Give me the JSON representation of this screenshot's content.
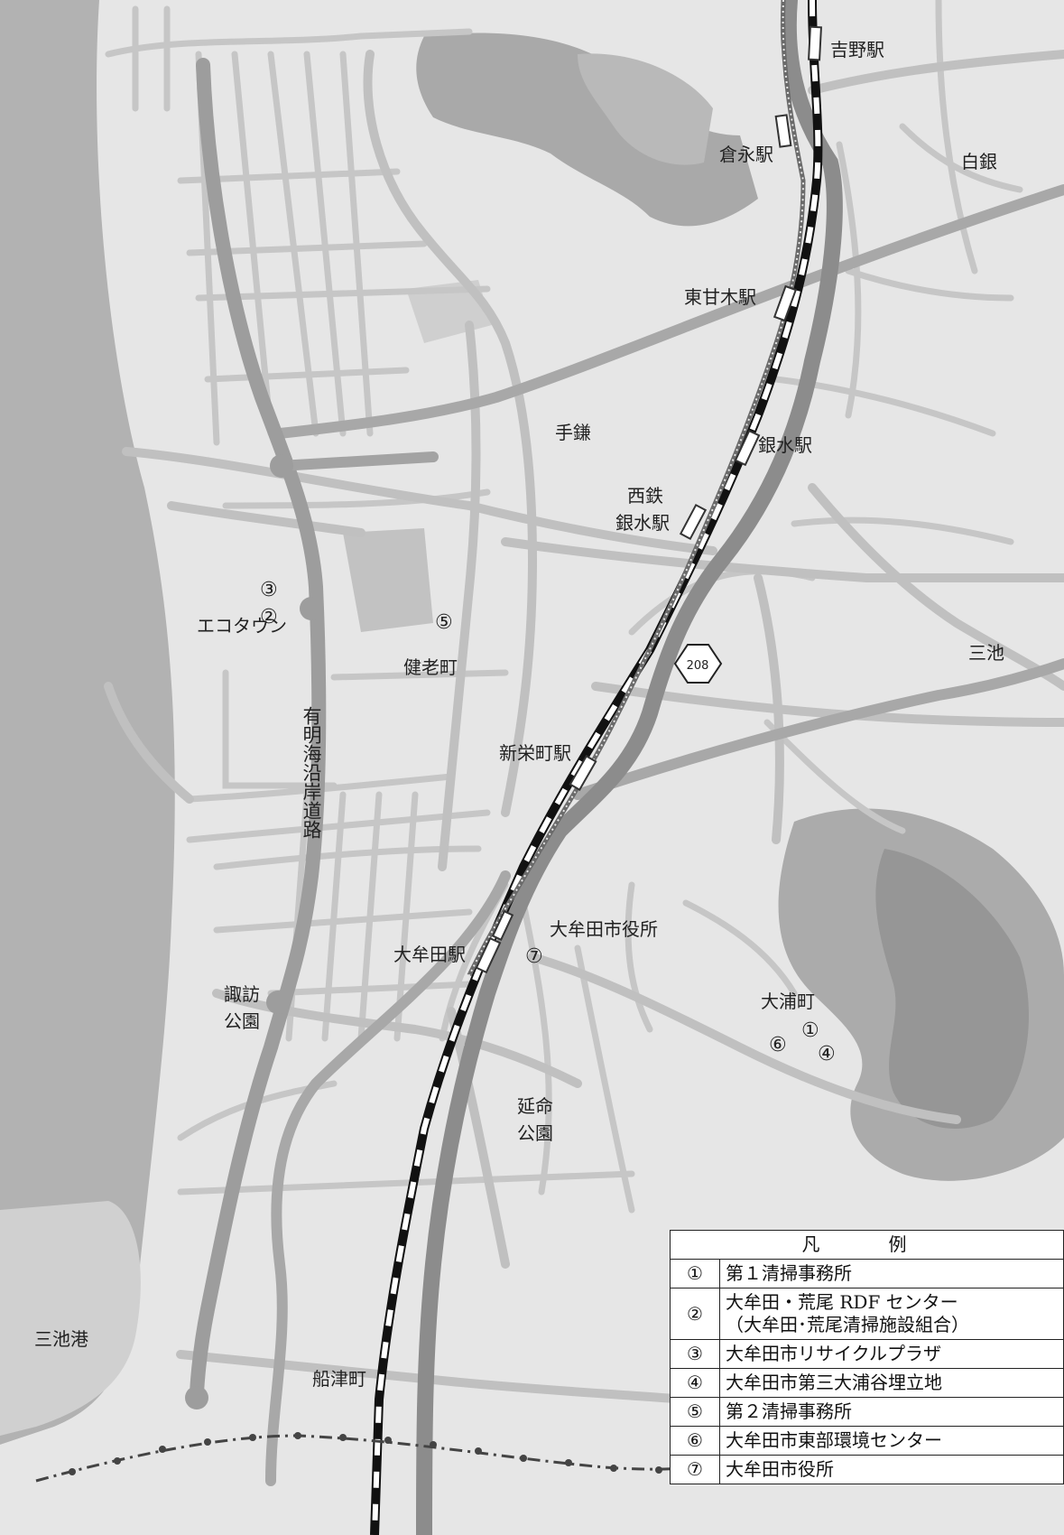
{
  "map": {
    "places": {
      "yoshino_station": "吉野駅",
      "kuranaga_station": "倉永駅",
      "shirogane": "白銀",
      "higashiamagi_station": "東甘木駅",
      "tegama": "手鎌",
      "ginsui_station": "銀水駅",
      "nishitetsu_ginsui_1": "西鉄",
      "nishitetsu_ginsui_2": "銀水駅",
      "ecotown": "エコタウン",
      "kenrou_cho": "健老町",
      "miike": "三池",
      "shinsakae_station": "新栄町駅",
      "omuta_city_hall": "大牟田市役所",
      "omuta_station": "大牟田駅",
      "suwa_park_1": "諏訪",
      "suwa_park_2": "公園",
      "omura_cho": "大浦町",
      "enmei_park_1": "延命",
      "enmei_park_2": "公園",
      "miike_port": "三池港",
      "funatsu_cho": "船津町",
      "expressway_name": "有明海沿岸道路",
      "route_number": "208"
    },
    "markers": {
      "m3": "③",
      "m2": "②",
      "m5": "⑤",
      "m7": "⑦",
      "m6": "⑥",
      "m1": "①",
      "m4": "④"
    },
    "colors": {
      "sea": "#b2b2b2",
      "land": "#e6e6e6",
      "green_area": "#a9a9a9",
      "road": "#c4c4c4",
      "major_road": "#9a9a9a",
      "expressway": "#9d9d9d"
    }
  },
  "legend": {
    "header": "凡　例",
    "rows": [
      {
        "no": "①",
        "lines": [
          "第１清掃事務所"
        ]
      },
      {
        "no": "②",
        "lines": [
          "大牟田・荒尾 RDF センター",
          "（大牟田･荒尾清掃施設組合）"
        ]
      },
      {
        "no": "③",
        "lines": [
          "大牟田市リサイクルプラザ"
        ]
      },
      {
        "no": "④",
        "lines": [
          "大牟田市第三大浦谷埋立地"
        ]
      },
      {
        "no": "⑤",
        "lines": [
          "第２清掃事務所"
        ]
      },
      {
        "no": "⑥",
        "lines": [
          "大牟田市東部環境センター"
        ]
      },
      {
        "no": "⑦",
        "lines": [
          "大牟田市役所"
        ]
      }
    ]
  }
}
